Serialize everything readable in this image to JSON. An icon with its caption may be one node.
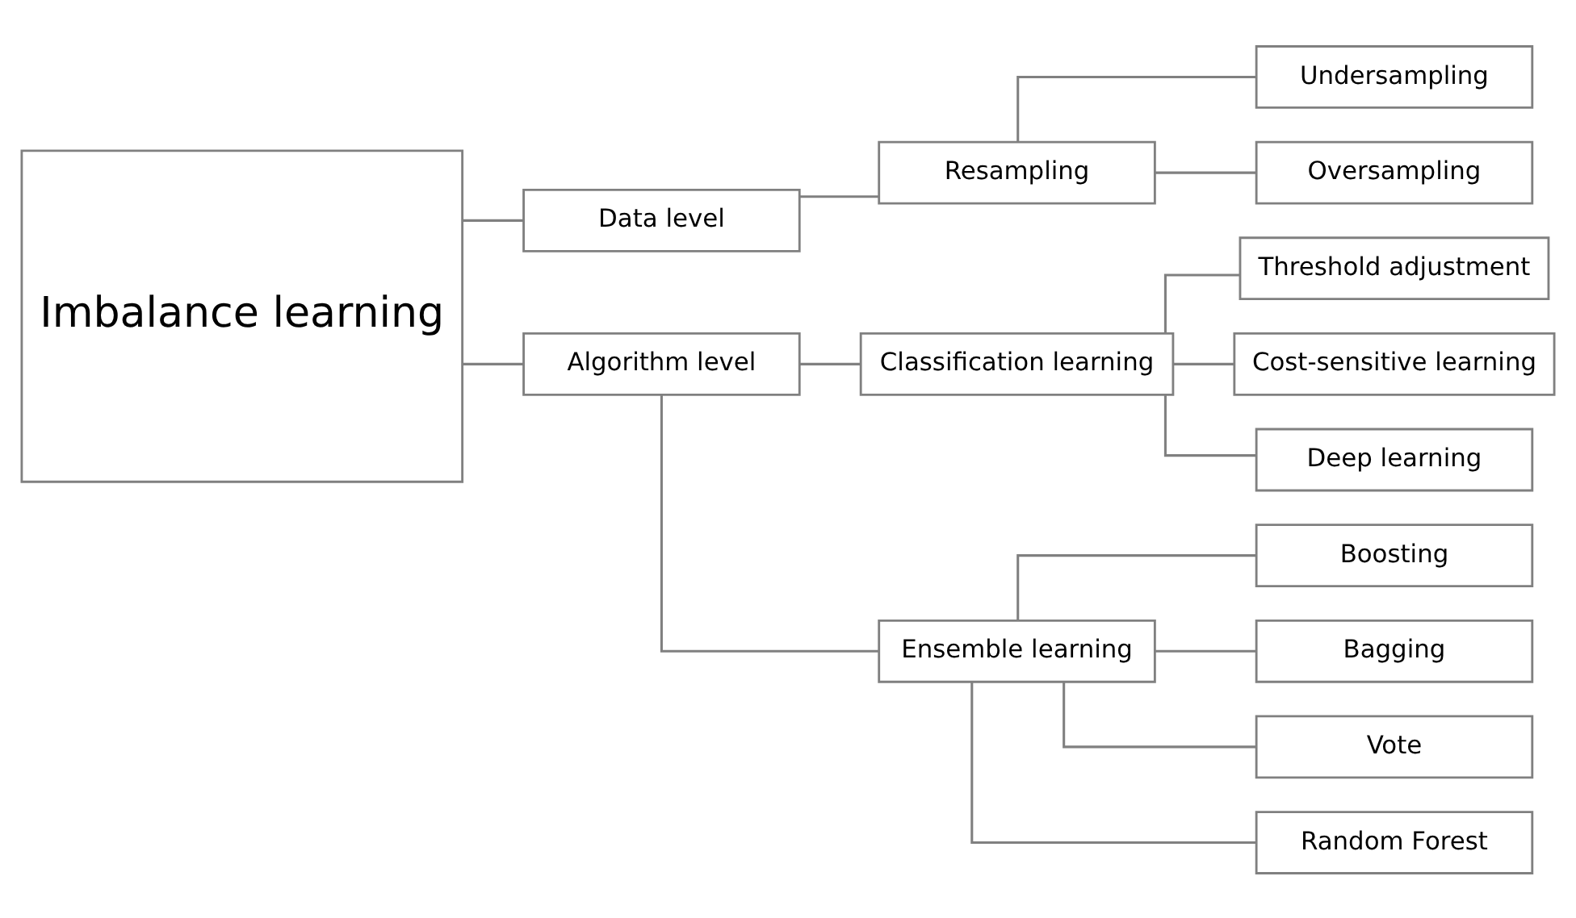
{
  "diagram": {
    "nodes": [
      {
        "text": [
          "Imbalance learning"
        ]
      },
      {
        "text": [
          "Data level"
        ]
      },
      {
        "text": [
          "Algorithm level"
        ]
      },
      {
        "text": [
          "Resampling"
        ]
      },
      {
        "text": [
          "Classification learning"
        ]
      },
      {
        "text": [
          "Ensemble learning"
        ]
      },
      {
        "text": [
          "Undersampling"
        ]
      },
      {
        "text": [
          "Oversampling"
        ]
      },
      {
        "text": [
          "Threshold adjustment"
        ]
      },
      {
        "text": [
          "Cost-sensitive learning"
        ]
      },
      {
        "text": [
          "Deep learning"
        ]
      },
      {
        "text": [
          "Boosting"
        ]
      },
      {
        "text": [
          "Bagging"
        ]
      },
      {
        "text": [
          "Vote"
        ]
      },
      {
        "text": [
          "Random Forest"
        ]
      }
    ],
    "edges": [
      {
        "from": 0,
        "to": 1,
        "arrow": "none"
      },
      {
        "from": 0,
        "to": 2,
        "arrow": "none"
      },
      {
        "from": 1,
        "to": 3,
        "arrow": "none"
      },
      {
        "from": 2,
        "to": 4,
        "arrow": "none"
      },
      {
        "from": 2,
        "to": 5,
        "arrow": "none"
      },
      {
        "from": 3,
        "to": 6,
        "arrow": "none"
      },
      {
        "from": 3,
        "to": 7,
        "arrow": "none"
      },
      {
        "from": 4,
        "to": 8,
        "arrow": "none"
      },
      {
        "from": 4,
        "to": 9,
        "arrow": "none"
      },
      {
        "from": 4,
        "to": 10,
        "arrow": "none"
      },
      {
        "from": 5,
        "to": 11,
        "arrow": "none"
      },
      {
        "from": 5,
        "to": 12,
        "arrow": "none"
      },
      {
        "from": 5,
        "to": 13,
        "arrow": "none"
      },
      {
        "from": 5,
        "to": 14,
        "arrow": "none"
      }
    ]
  }
}
